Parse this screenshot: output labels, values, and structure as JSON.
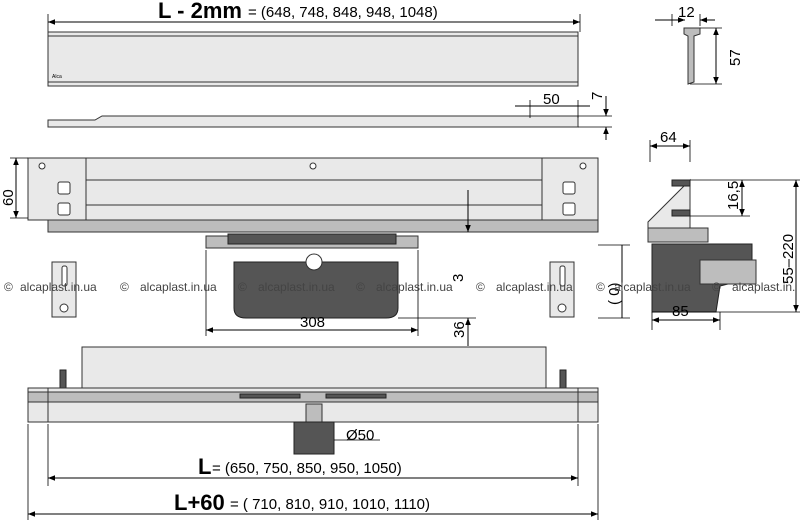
{
  "top_bar": {
    "label_main": "L - 2mm",
    "label_values": " = (648, 748, 848, 948, 1048)",
    "logo": "Alca"
  },
  "top_right_profile": {
    "width": "12",
    "height": "57"
  },
  "side_dims": {
    "d50": "50",
    "d7": "7"
  },
  "left_height": "60",
  "center_dims": {
    "d308": "308",
    "d36": "36",
    "d3": "3",
    "d0": "( 0)"
  },
  "right_section": {
    "d64": "64",
    "d16_5": "16,5",
    "d55_220": "55–220",
    "d85": "85"
  },
  "watermark": {
    "copyright": "©",
    "text": "alcaplast.in.ua",
    "text_cut": "alcaplast.in."
  },
  "outlet": {
    "label": "Ø50"
  },
  "bottom_L": {
    "label_main": "L",
    "label_values": " = (650, 750, 850, 950, 1050)"
  },
  "bottom_L60": {
    "label_main": "L+60",
    "label_values": " = ( 710, 810, 910, 1010, 1110)"
  },
  "colors": {
    "line": "#000000",
    "metal": "#e9e9e9",
    "dark_part": "#555555",
    "watermark": "#444444"
  }
}
